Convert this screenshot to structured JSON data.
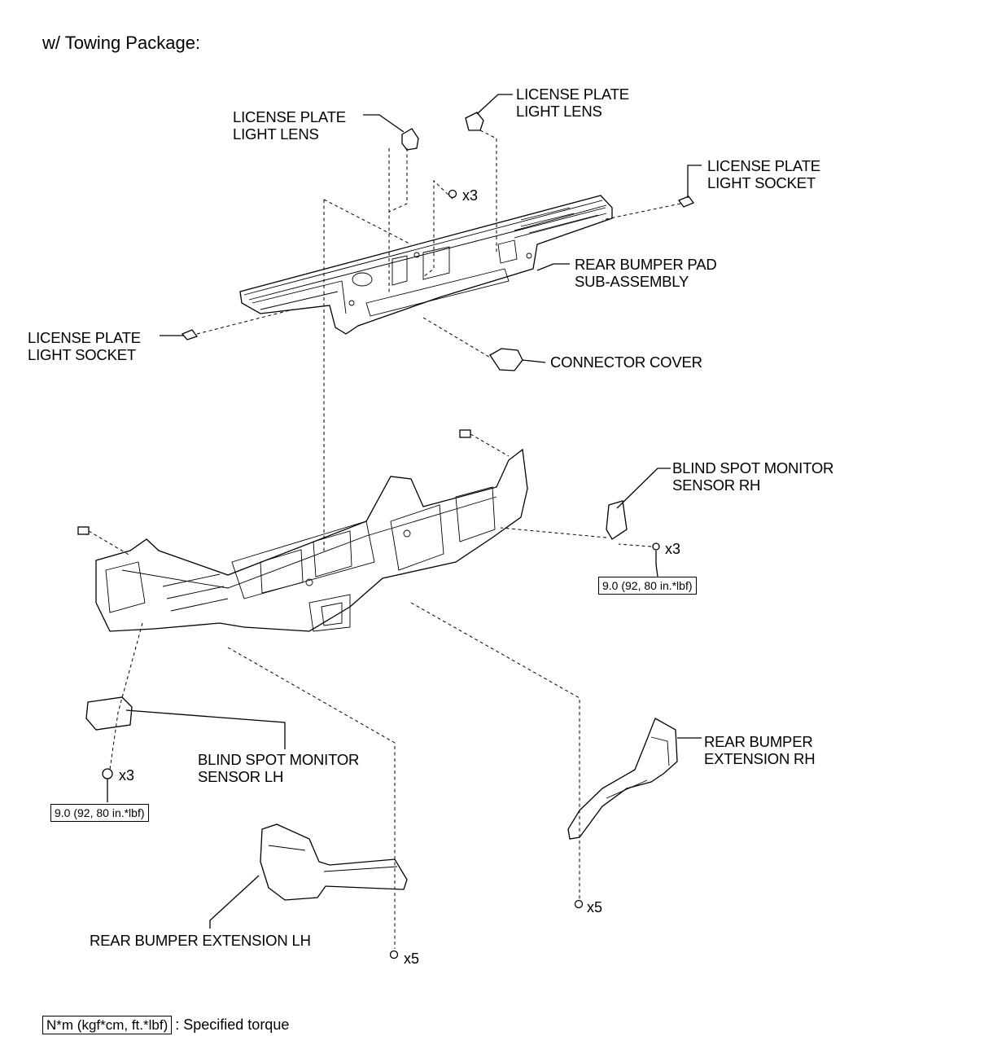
{
  "title": "w/ Towing Package:",
  "labels": {
    "lens_left": [
      "LICENSE PLATE",
      "LIGHT LENS"
    ],
    "lens_right": [
      "LICENSE PLATE",
      "LIGHT LENS"
    ],
    "socket_right": [
      "LICENSE PLATE",
      "LIGHT SOCKET"
    ],
    "socket_left": [
      "LICENSE PLATE",
      "LIGHT SOCKET"
    ],
    "pad": [
      "REAR BUMPER PAD",
      "SUB-ASSEMBLY"
    ],
    "connector_cover": "CONNECTOR COVER",
    "bsm_rh": [
      "BLIND SPOT MONITOR",
      "SENSOR RH"
    ],
    "bsm_lh": [
      "BLIND SPOT MONITOR",
      "SENSOR LH"
    ],
    "ext_rh": [
      "REAR BUMPER",
      "EXTENSION RH"
    ],
    "ext_lh": "REAR BUMPER EXTENSION LH"
  },
  "quantities": {
    "pad_screws": "x3",
    "bsm_rh_nuts": "x3",
    "bsm_lh_nuts": "x3",
    "ext_rh_bolts": "x5",
    "ext_lh_bolts": "x5"
  },
  "torque": {
    "bsm_rh": "9.0 (92, 80 in.*lbf)",
    "bsm_lh": "9.0 (92, 80 in.*lbf)"
  },
  "legend": {
    "symbol": "N*m (kgf*cm, ft.*lbf)",
    "text": ": Specified torque"
  }
}
